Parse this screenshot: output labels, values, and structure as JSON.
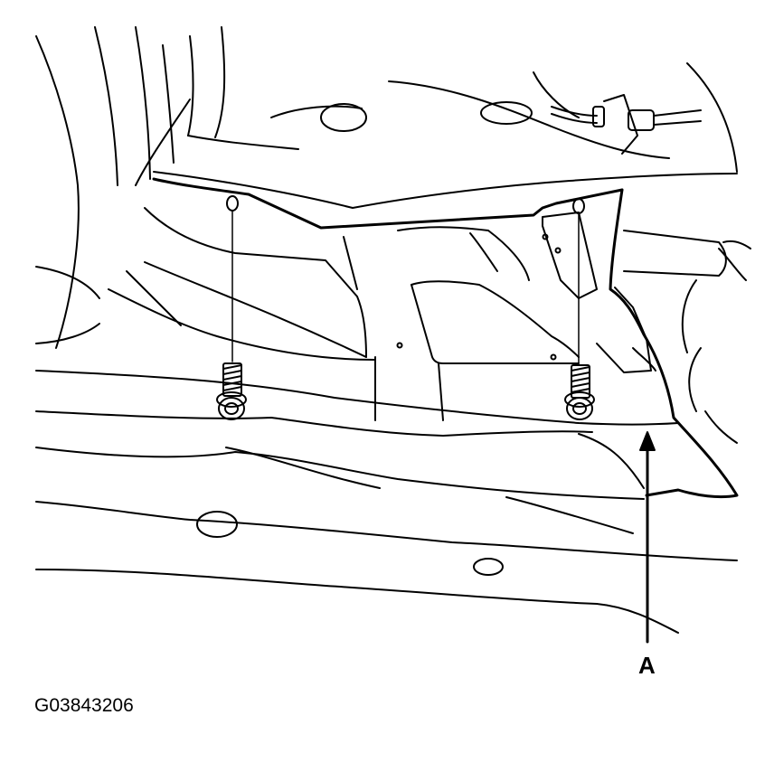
{
  "diagram": {
    "callouts": [
      {
        "id": "A",
        "text": "A"
      }
    ],
    "figure_id": "G03843206",
    "line_color": "#000000",
    "background_color": "#ffffff"
  }
}
